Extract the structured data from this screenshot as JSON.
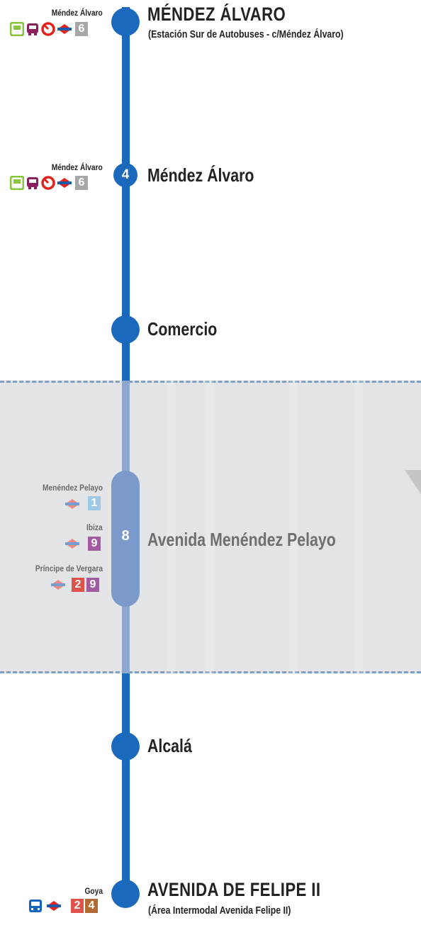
{
  "colors": {
    "route_line": "#1a69bd",
    "express_band": "#e3e4e6",
    "express_line": "#7b9acb",
    "band_border": "#7f9fc6",
    "cercanias_green": "#8bc53f",
    "interurban_bus": "#8b1e5c",
    "airport_red": "#e2231a",
    "metro_blue": "#1f5aa6",
    "emt_bus_blue": "#1565c0",
    "metro_line_1": "#9fc7e6",
    "metro_line_2": "#e0534b",
    "metro_line_4": "#b36a32",
    "metro_line_6": "#a6a6a6",
    "metro_line_9": "#a25aa0"
  },
  "stops": [
    {
      "name": "MÉNDEZ ÁLVARO",
      "subtitle": "(Estación Sur de Autobuses - c/Méndez Álvaro)",
      "label": "Méndez Álvaro",
      "metro_line": "6"
    },
    {
      "name": "Méndez Álvaro",
      "marker": "4",
      "label": "Méndez Álvaro",
      "metro_line": "6"
    },
    {
      "name": "Comercio"
    },
    {
      "name": "Avenida Menéndez Pelayo",
      "marker": "8",
      "connections": [
        {
          "label": "Menéndez Pelayo",
          "metro_lines": [
            "1"
          ]
        },
        {
          "label": "Ibiza",
          "metro_lines": [
            "9"
          ]
        },
        {
          "label": "Príncipe de Vergara",
          "metro_lines": [
            "2",
            "9"
          ]
        }
      ]
    },
    {
      "name": "Alcalá"
    },
    {
      "name": "AVENIDA DE FELIPE II",
      "subtitle": "(Área Intermodal Avenida Felipe II)",
      "label": "Goya",
      "metro_lines": [
        "2",
        "4"
      ]
    }
  ],
  "icons": [
    "cercanias-icon",
    "interurban-bus-icon",
    "airport-express-icon",
    "metro-icon",
    "emt-bus-icon"
  ]
}
